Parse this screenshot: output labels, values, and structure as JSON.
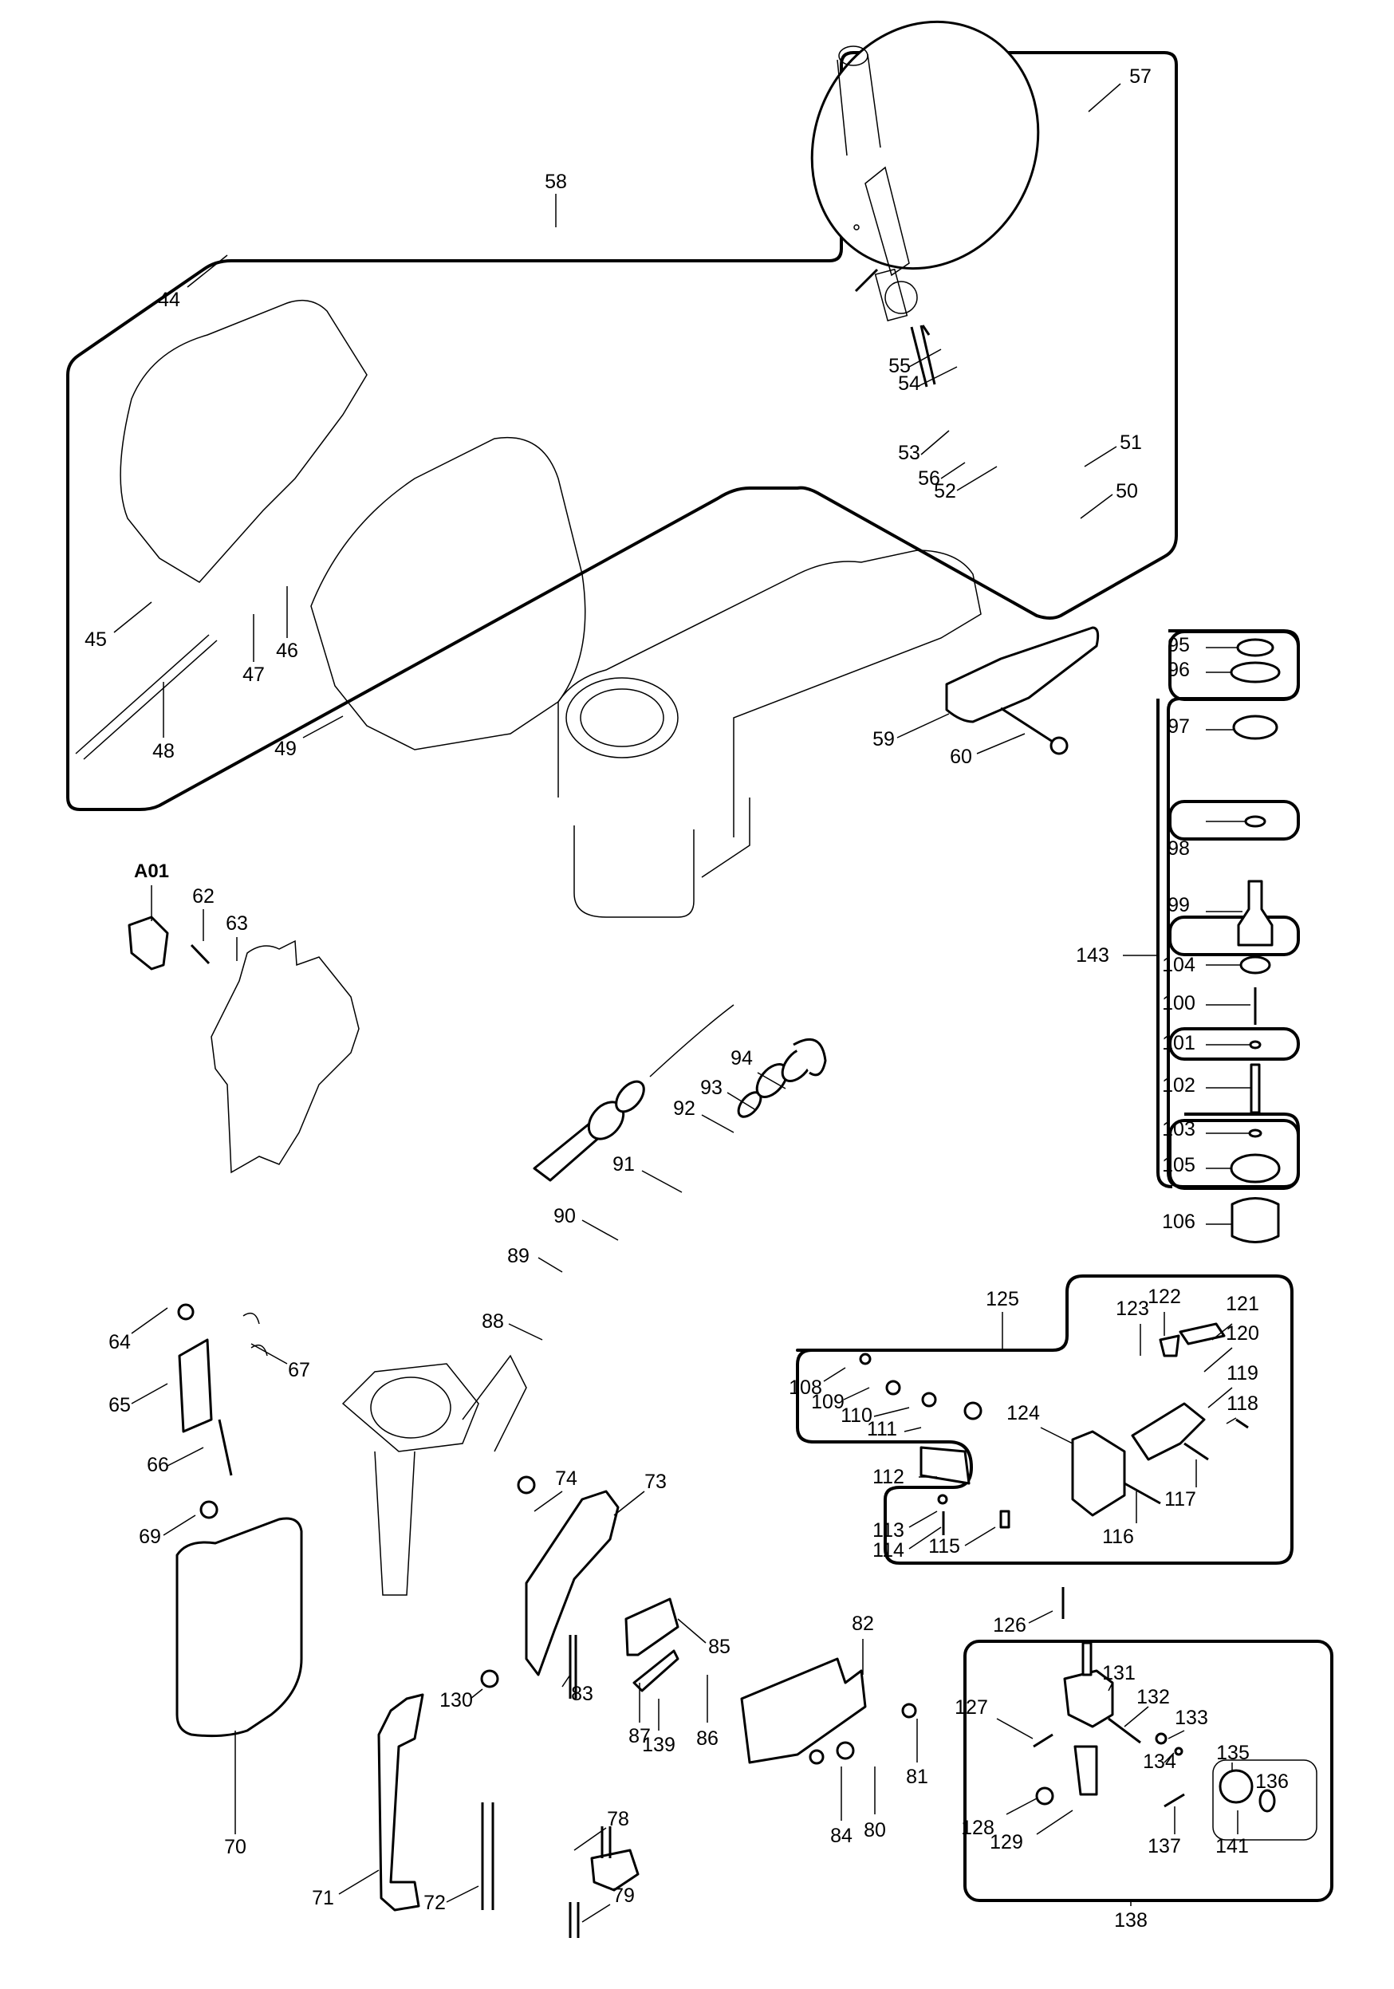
{
  "diagram": {
    "type": "exploded-parts-diagram",
    "assembly_label": "A01",
    "groups": [
      {
        "id": "58",
        "label": "58",
        "members": [
          "44",
          "45",
          "46",
          "47",
          "48",
          "49",
          "50",
          "51",
          "52",
          "53",
          "54",
          "55",
          "56",
          "57"
        ]
      },
      {
        "id": "143",
        "label": "143",
        "members": [
          "95",
          "96",
          "97",
          "98",
          "99",
          "104",
          "100",
          "101",
          "102",
          "103",
          "105"
        ]
      },
      {
        "id": "125",
        "label": "125",
        "members": [
          "108",
          "109",
          "110",
          "111",
          "112",
          "113",
          "114",
          "115",
          "116",
          "117",
          "118",
          "119",
          "120",
          "121",
          "122",
          "123",
          "124"
        ]
      },
      {
        "id": "138",
        "label": "138",
        "members": [
          "127",
          "128",
          "129",
          "131",
          "132",
          "133",
          "134",
          "135",
          "136",
          "137",
          "141"
        ]
      },
      {
        "id": "141",
        "label": "141",
        "members": [
          "135",
          "136"
        ]
      }
    ],
    "parts": [
      {
        "id": "44",
        "label": "44"
      },
      {
        "id": "45",
        "label": "45"
      },
      {
        "id": "46",
        "label": "46"
      },
      {
        "id": "47",
        "label": "47"
      },
      {
        "id": "48",
        "label": "48"
      },
      {
        "id": "49",
        "label": "49"
      },
      {
        "id": "50",
        "label": "50"
      },
      {
        "id": "51",
        "label": "51"
      },
      {
        "id": "52",
        "label": "52"
      },
      {
        "id": "53",
        "label": "53"
      },
      {
        "id": "54",
        "label": "54"
      },
      {
        "id": "55",
        "label": "55"
      },
      {
        "id": "56",
        "label": "56"
      },
      {
        "id": "57",
        "label": "57"
      },
      {
        "id": "58",
        "label": "58"
      },
      {
        "id": "59",
        "label": "59"
      },
      {
        "id": "60",
        "label": "60"
      },
      {
        "id": "62",
        "label": "62"
      },
      {
        "id": "63",
        "label": "63"
      },
      {
        "id": "64",
        "label": "64"
      },
      {
        "id": "65",
        "label": "65"
      },
      {
        "id": "66",
        "label": "66"
      },
      {
        "id": "67",
        "label": "67"
      },
      {
        "id": "69",
        "label": "69"
      },
      {
        "id": "70",
        "label": "70"
      },
      {
        "id": "71",
        "label": "71"
      },
      {
        "id": "72",
        "label": "72"
      },
      {
        "id": "73",
        "label": "73"
      },
      {
        "id": "74",
        "label": "74"
      },
      {
        "id": "78",
        "label": "78"
      },
      {
        "id": "79",
        "label": "79"
      },
      {
        "id": "80",
        "label": "80"
      },
      {
        "id": "81",
        "label": "81"
      },
      {
        "id": "82",
        "label": "82"
      },
      {
        "id": "83",
        "label": "83"
      },
      {
        "id": "84",
        "label": "84"
      },
      {
        "id": "85",
        "label": "85"
      },
      {
        "id": "86",
        "label": "86"
      },
      {
        "id": "87",
        "label": "87"
      },
      {
        "id": "88",
        "label": "88"
      },
      {
        "id": "89",
        "label": "89"
      },
      {
        "id": "90",
        "label": "90"
      },
      {
        "id": "91",
        "label": "91"
      },
      {
        "id": "92",
        "label": "92"
      },
      {
        "id": "93",
        "label": "93"
      },
      {
        "id": "94",
        "label": "94"
      },
      {
        "id": "95",
        "label": "95"
      },
      {
        "id": "96",
        "label": "96"
      },
      {
        "id": "97",
        "label": "97"
      },
      {
        "id": "98",
        "label": "98"
      },
      {
        "id": "99",
        "label": "99"
      },
      {
        "id": "100",
        "label": "100"
      },
      {
        "id": "101",
        "label": "101"
      },
      {
        "id": "102",
        "label": "102"
      },
      {
        "id": "103",
        "label": "103"
      },
      {
        "id": "104",
        "label": "104"
      },
      {
        "id": "105",
        "label": "105"
      },
      {
        "id": "106",
        "label": "106"
      },
      {
        "id": "108",
        "label": "108"
      },
      {
        "id": "109",
        "label": "109"
      },
      {
        "id": "110",
        "label": "110"
      },
      {
        "id": "111",
        "label": "111"
      },
      {
        "id": "112",
        "label": "112"
      },
      {
        "id": "113",
        "label": "113"
      },
      {
        "id": "114",
        "label": "114"
      },
      {
        "id": "115",
        "label": "115"
      },
      {
        "id": "116",
        "label": "116"
      },
      {
        "id": "117",
        "label": "117"
      },
      {
        "id": "118",
        "label": "118"
      },
      {
        "id": "119",
        "label": "119"
      },
      {
        "id": "120",
        "label": "120"
      },
      {
        "id": "121",
        "label": "121"
      },
      {
        "id": "122",
        "label": "122"
      },
      {
        "id": "123",
        "label": "123"
      },
      {
        "id": "124",
        "label": "124"
      },
      {
        "id": "125",
        "label": "125"
      },
      {
        "id": "126",
        "label": "126"
      },
      {
        "id": "127",
        "label": "127"
      },
      {
        "id": "128",
        "label": "128"
      },
      {
        "id": "129",
        "label": "129"
      },
      {
        "id": "130",
        "label": "130"
      },
      {
        "id": "131",
        "label": "131"
      },
      {
        "id": "132",
        "label": "132"
      },
      {
        "id": "133",
        "label": "133"
      },
      {
        "id": "134",
        "label": "134"
      },
      {
        "id": "135",
        "label": "135"
      },
      {
        "id": "136",
        "label": "136"
      },
      {
        "id": "137",
        "label": "137"
      },
      {
        "id": "138",
        "label": "138"
      },
      {
        "id": "139",
        "label": "139"
      },
      {
        "id": "141",
        "label": "141"
      },
      {
        "id": "143",
        "label": "143"
      },
      {
        "id": "A01",
        "label": "A01"
      }
    ]
  }
}
